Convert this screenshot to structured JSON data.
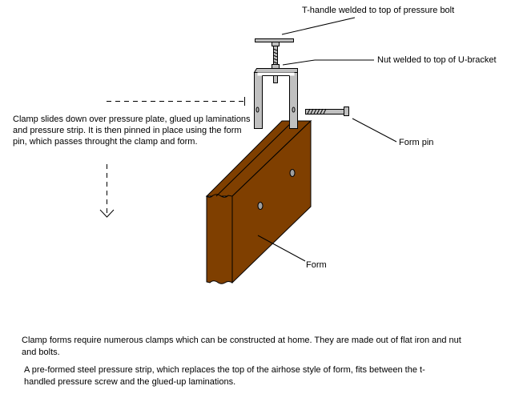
{
  "labels": {
    "t_handle": "T-handle welded to top of pressure bolt",
    "nut": "Nut welded to top of U-bracket",
    "form_pin": "Form pin",
    "form": "Form",
    "clamp_note": "Clamp slides down over pressure plate, glued up laminations and pressure strip.  It is then pinned in place using the form pin, which passes throught the clamp and form."
  },
  "paragraphs": [
    "Clamp forms require numerous clamps which can be constructed at home.  They are made out of flat iron and nut and bolts.",
    "A pre-formed steel pressure strip, which replaces the top of the airhose style of form, fits between the t-handled pressure screw and the glued-up laminations."
  ],
  "colors": {
    "wood": "#7f3f00",
    "metal": "#c0c0c0"
  }
}
